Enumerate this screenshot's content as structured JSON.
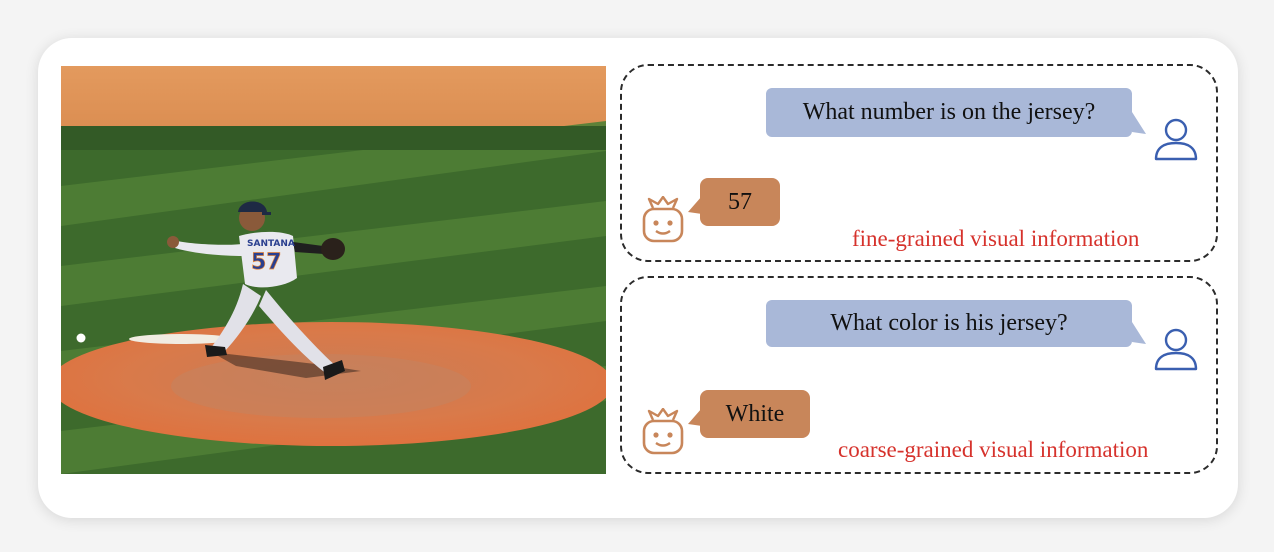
{
  "scene": {
    "image": "baseball pitcher on mound",
    "jersey_name": "SANTANA",
    "jersey_number": "57"
  },
  "examples": [
    {
      "question": "What number is on the jersey?",
      "answer": "57",
      "tag": "fine-grained visual information"
    },
    {
      "question": "What color is his jersey?",
      "answer": "White",
      "tag": "coarse-grained visual information"
    }
  ],
  "icons": {
    "user": "user-icon",
    "robot": "robot-icon"
  },
  "colors": {
    "question_bubble": "#a9b8d8",
    "answer_bubble": "#c8865a",
    "tag_text": "#d6322c",
    "user_icon": "#3a5fb0",
    "robot_icon": "#c8865a"
  }
}
